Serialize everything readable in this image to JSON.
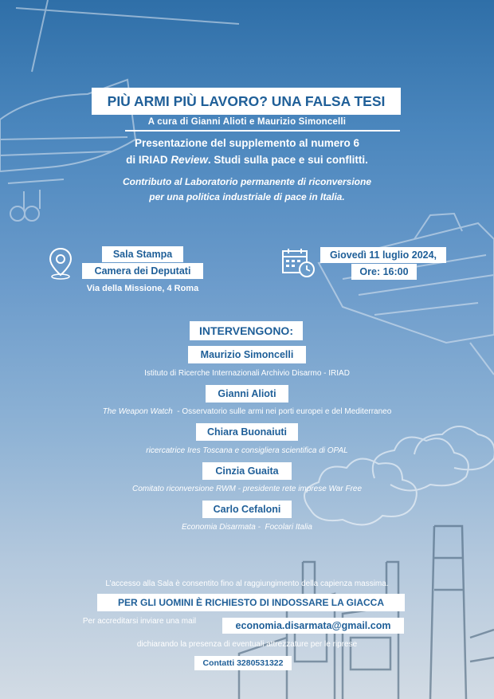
{
  "title": "PIÙ ARMI PIÙ LAVORO? UNA FALSA TESI",
  "curated_by": "A cura di Gianni Alioti e Maurizio Simoncelli",
  "presentation": {
    "line1": "Presentazione del supplemento al numero 6",
    "line2_pre": "di IRIAD ",
    "line2_italic": "Review",
    "line2_post": ". Studi sulla pace e sui conflitti."
  },
  "contribution": {
    "line1": "Contributo al Laboratorio permanente di riconversione",
    "line2": "per una politica industriale di pace in Italia."
  },
  "venue": {
    "name1": "Sala Stampa",
    "name2": "Camera dei Deputati",
    "address": "Via della Missione, 4 Roma",
    "icon": "location-pin-icon"
  },
  "date": {
    "day": "Giovedì 11 luglio 2024,",
    "time": "Ore: 16:00",
    "icon": "calendar-clock-icon"
  },
  "speakers_heading": "INTERVENGONO:",
  "speakers": [
    {
      "name": "Maurizio Simoncelli",
      "affiliation": "Istituto di Ricerche Internazionali Archivio Disarmo - IRIAD"
    },
    {
      "name": "Gianni Alioti",
      "affiliation_italic": "The Weapon Watch",
      "affiliation": "  - Osservatorio sulle armi nei porti europei e del Mediterraneo"
    },
    {
      "name": "Chiara Buonaiuti",
      "affiliation": "ricercatrice Ires Toscana e consigliera scientifica di OPAL"
    },
    {
      "name": "Cinzia Guaita",
      "affiliation": "Comitato riconversione RWM - presidente rete imprese War Free"
    },
    {
      "name": "Carlo Cefaloni",
      "affiliation": "Economia Disarmata -  Focolari Italia"
    }
  ],
  "access_note": "L’accesso alla Sala è consentito fino al raggiungimento della capienza massima.",
  "dress_code": "PER GLI UOMINI È RICHIESTO DI INDOSSARE LA GIACCA",
  "accreditation": {
    "text": "Per accreditarsi inviare una mail",
    "email": "economia.disarmata@gmail.com",
    "note": "dichiarando la presenza di eventuali attrezzature per le riprese"
  },
  "contacts": "Contatti 3280531322",
  "colors": {
    "accent": "#1f5f98",
    "bg_top": "#2f6fa8",
    "bg_bottom": "#d2dbe4"
  }
}
